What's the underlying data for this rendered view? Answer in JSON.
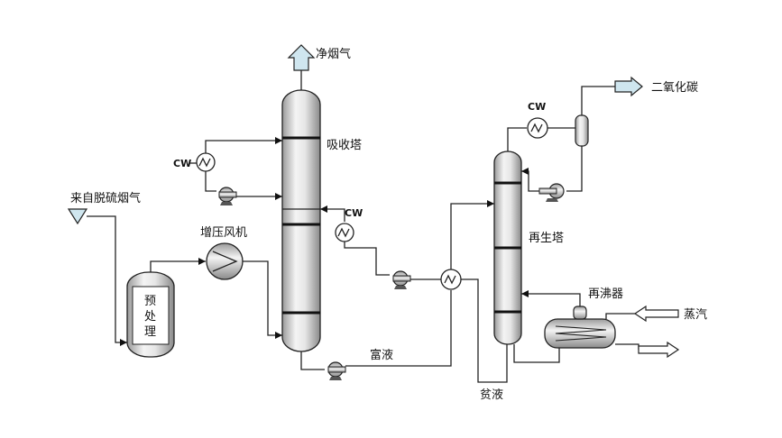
{
  "labels": {
    "clean_flue_gas": "净烟气",
    "absorber": "吸收塔",
    "flue_gas_in": "来自脱硫烟气",
    "booster_fan": "增压风机",
    "pretreatment_char1": "预",
    "pretreatment_char2": "处",
    "pretreatment_char3": "理",
    "rich_liquor": "富液",
    "lean_liquor": "贫液",
    "regenerator": "再生塔",
    "reboiler": "再沸器",
    "steam": "蒸汽",
    "co2": "二氧化碳",
    "cw": "CW"
  }
}
